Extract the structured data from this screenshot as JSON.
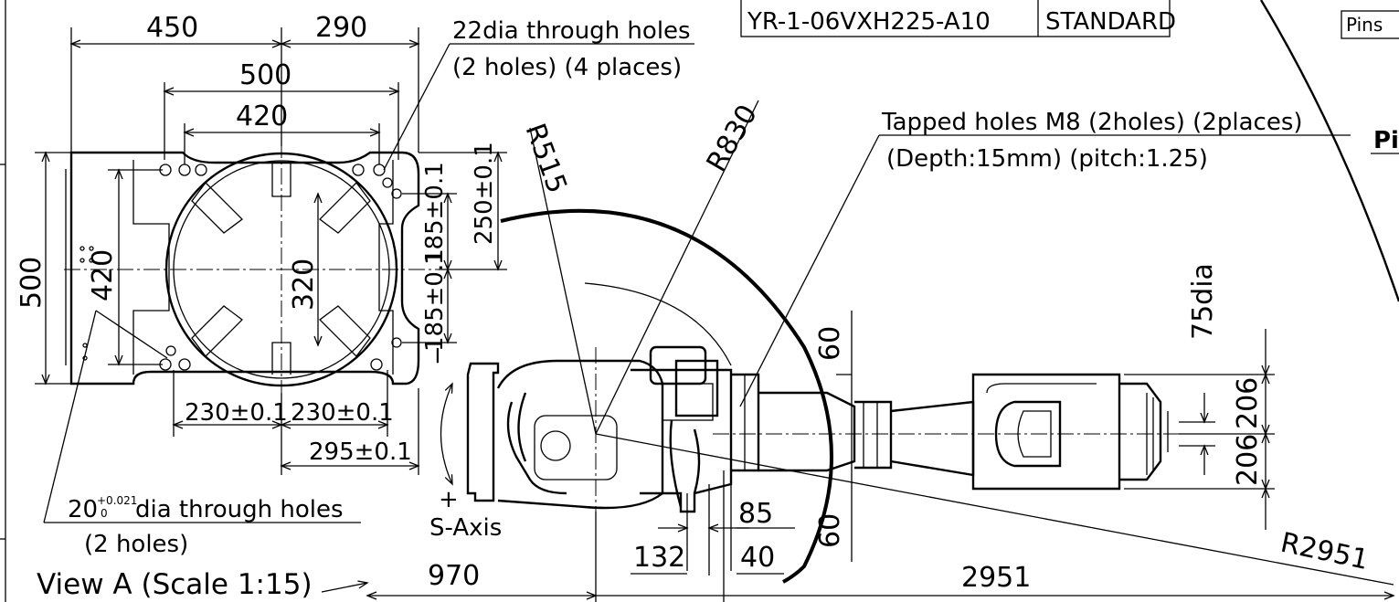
{
  "title_block": {
    "model": "YR-1-06VXH225-A10",
    "spec": "STANDARD",
    "pins_box": "Pins",
    "pins_side": "Pin"
  },
  "view": {
    "label": "View A (Scale 1:15)"
  },
  "base_plate": {
    "dims": {
      "top_450": "450",
      "top_290": "290",
      "top_500": "500",
      "top_420": "420",
      "left_500": "500",
      "left_420": "420",
      "center_320": "320",
      "right_185_upper": "185±0.1",
      "right_250": "250±0.1",
      "right_185_lower": "185±0.1",
      "bottom_230_left": "230±0.1",
      "bottom_230_right": "230±0.1",
      "bottom_295": "295±0.1"
    },
    "notes": {
      "holes_22_line1": "22dia through holes",
      "holes_22_line2": "(2 holes) (4 places)",
      "holes_20_prefix": "20",
      "holes_20_tol_upper": "+0.021",
      "holes_20_tol_lower": "0",
      "holes_20_suffix": "dia through holes",
      "holes_20_line2": "(2 holes)"
    }
  },
  "robot_view": {
    "radii": {
      "r515": "R515",
      "r830": "R830",
      "r2951": "R2951"
    },
    "tapped_line1": "Tapped holes M8 (2holes) (2places)",
    "tapped_line2": "(Depth:15mm) (pitch:1.25)",
    "dims": {
      "d75": "75dia",
      "d60_top": "60",
      "d60_bottom": "60",
      "d206_top": "206",
      "d206_bottom": "206",
      "d85": "85",
      "d132": "132",
      "d40": "40",
      "d970": "970",
      "d2951": "2951"
    },
    "axis": {
      "minus": "−",
      "plus": "+",
      "label": "S-Axis"
    }
  }
}
